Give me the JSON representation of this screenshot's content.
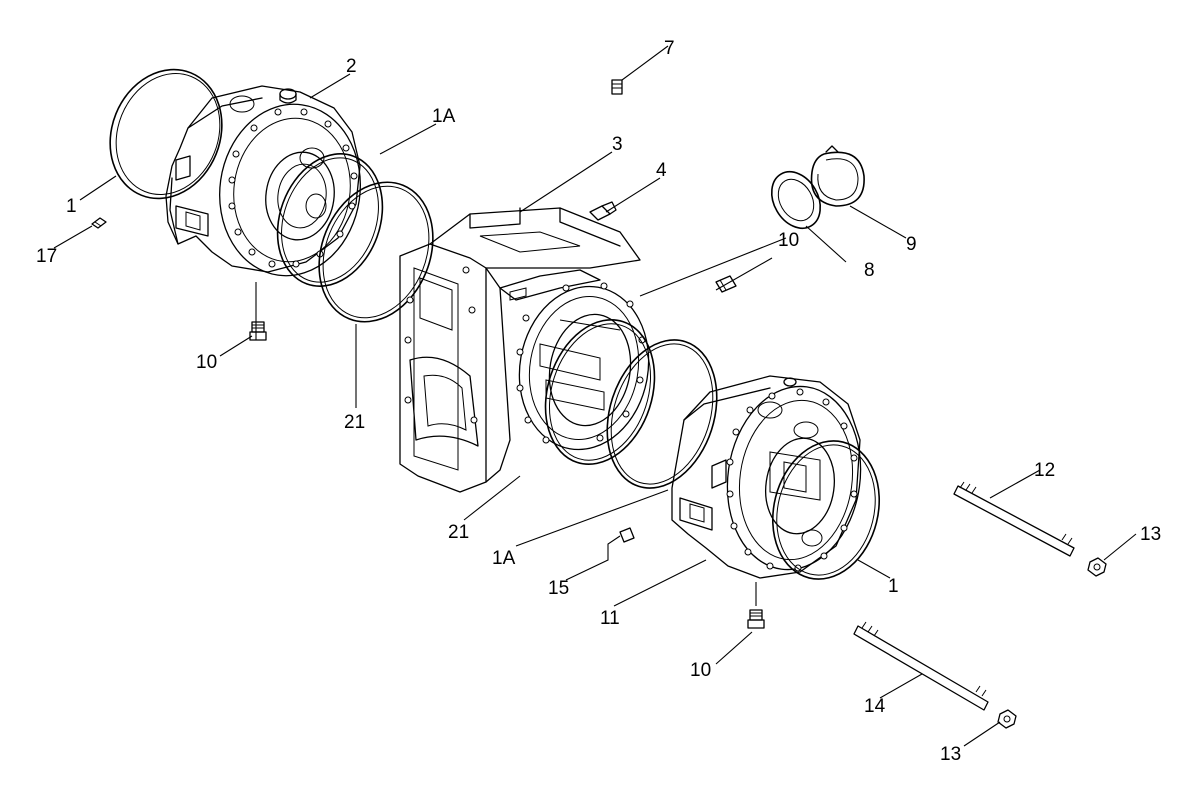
{
  "diagram": {
    "callouts": {
      "c1_left": "1",
      "c2": "2",
      "c1a_top": "1A",
      "c3": "3",
      "c4": "4",
      "c7": "7",
      "c10_top": "10",
      "c8": "8",
      "c9": "9",
      "c17": "17",
      "c10_left": "10",
      "c21_left": "21",
      "c21_bottom": "21",
      "c1a_bottom": "1A",
      "c15": "15",
      "c11": "11",
      "c12": "12",
      "c13_right": "13",
      "c1_right": "1",
      "c10_bottom": "10",
      "c14": "14",
      "c13_bottom": "13"
    }
  }
}
